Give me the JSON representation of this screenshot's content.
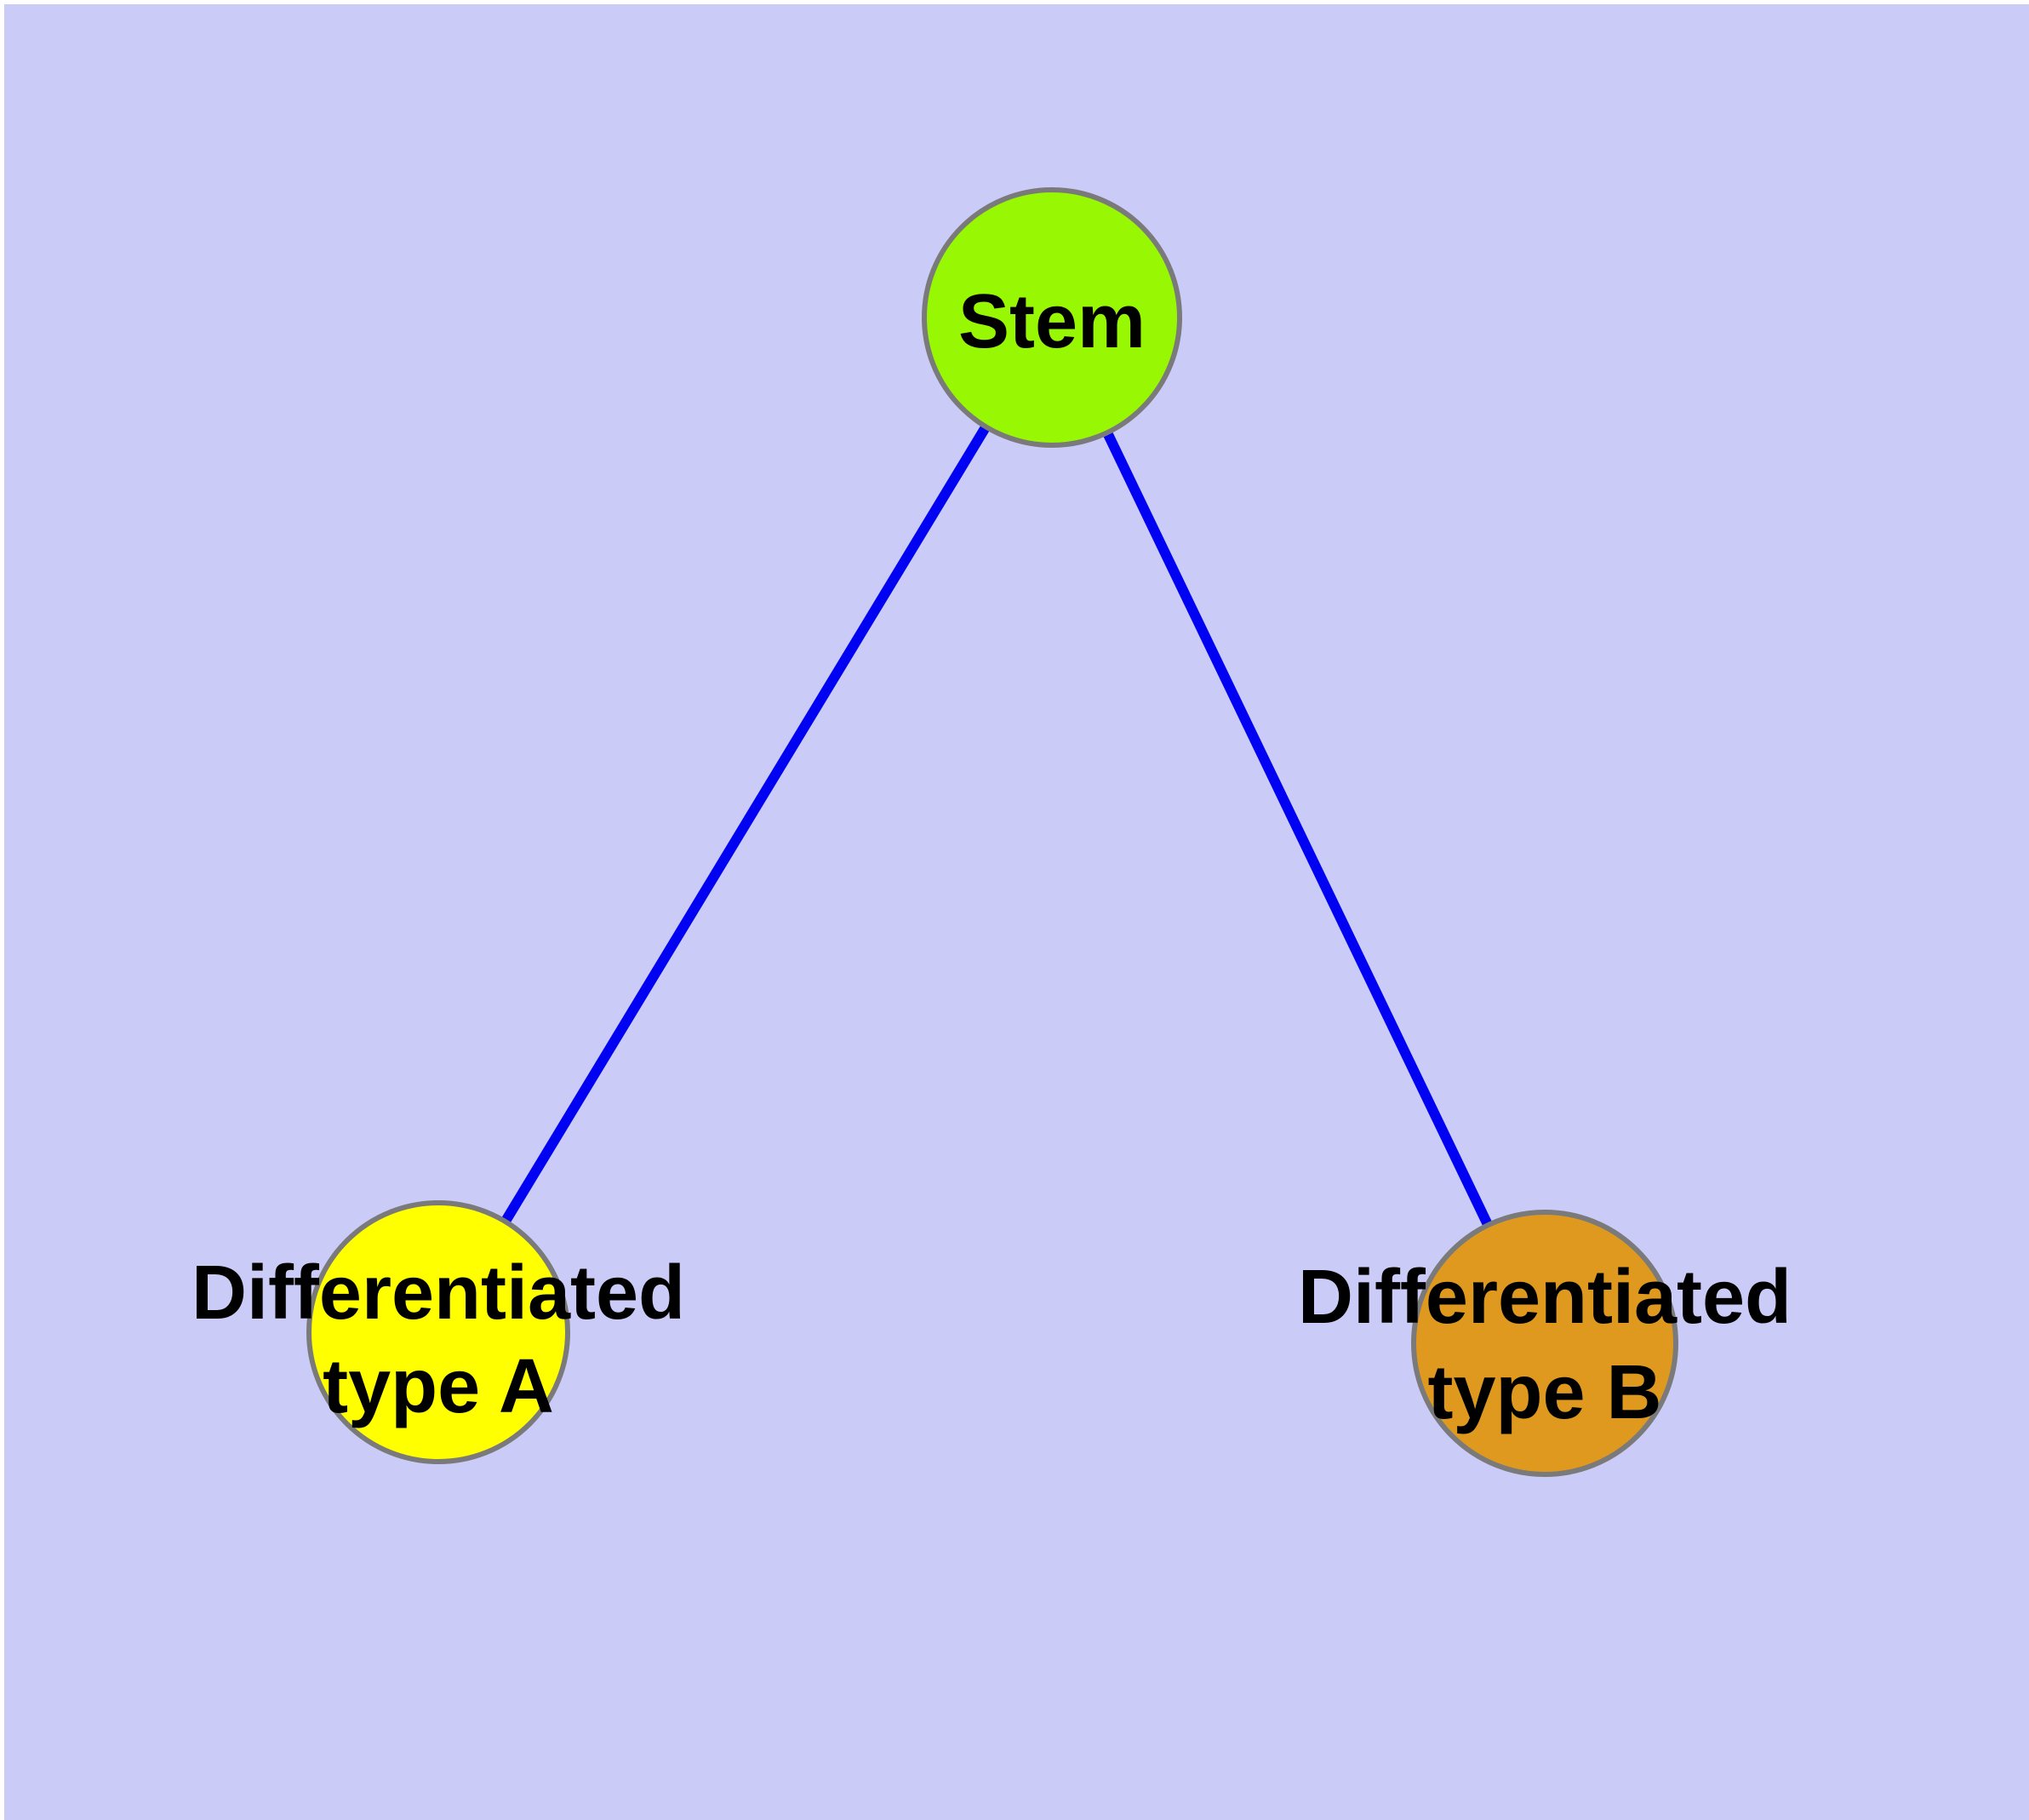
{
  "diagram": {
    "type": "graph",
    "background_color": "#cbcbf8",
    "page_color": "#ffffff",
    "edge_color": "#0202f2",
    "node_border_color": "#7a7a7a",
    "label_color": "#000000",
    "nodes": [
      {
        "id": "stem",
        "label": "Stem",
        "label_lines": [
          "Stem"
        ],
        "fill": "#98f702"
      },
      {
        "id": "differentiated-type-a",
        "label": "Differentiated type A",
        "label_lines": [
          "Differentiated",
          "type A"
        ],
        "fill": "#ffff00"
      },
      {
        "id": "differentiated-type-b",
        "label": "Differentiated type B",
        "label_lines": [
          "Differentiated",
          "type B"
        ],
        "fill": "#e0991f"
      }
    ],
    "edges": [
      {
        "from": "stem",
        "to": "differentiated-type-a"
      },
      {
        "from": "stem",
        "to": "differentiated-type-b"
      }
    ]
  }
}
